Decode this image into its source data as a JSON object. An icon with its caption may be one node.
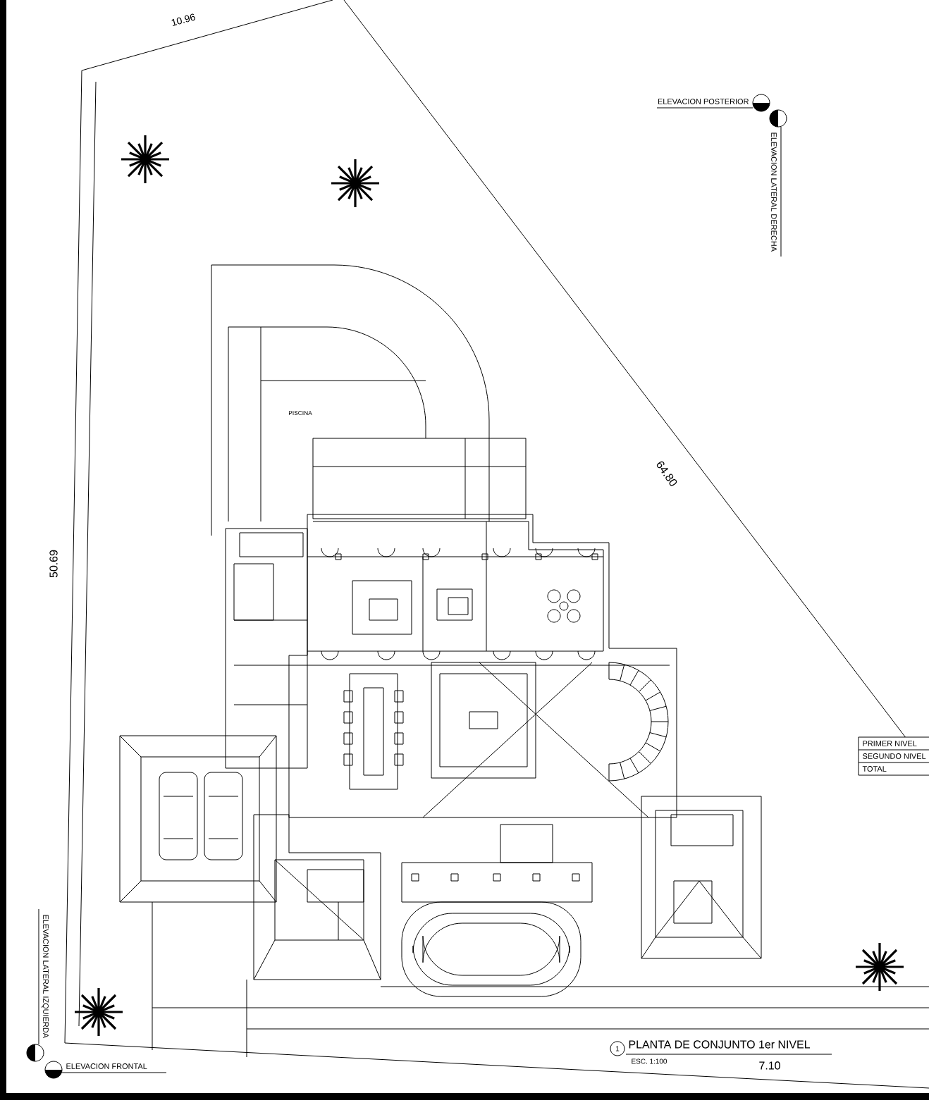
{
  "diagram": {
    "title": "PLANTA DE CONJUNTO 1er NIVEL",
    "labels": [
      "10.96",
      "ELEVACION POSTERIOR",
      "ELEVACION LATERAL DERECHA",
      "PISCINA",
      "64.80",
      "50.69",
      "PRIMER NIVEL",
      "SEGUNDO NIVEL",
      "TOTAL",
      "ELEVACION LATERAL IZQUIERDA",
      "1",
      "ESC. 1:100",
      "ELEVACION FRONTAL",
      "7.10"
    ]
  }
}
